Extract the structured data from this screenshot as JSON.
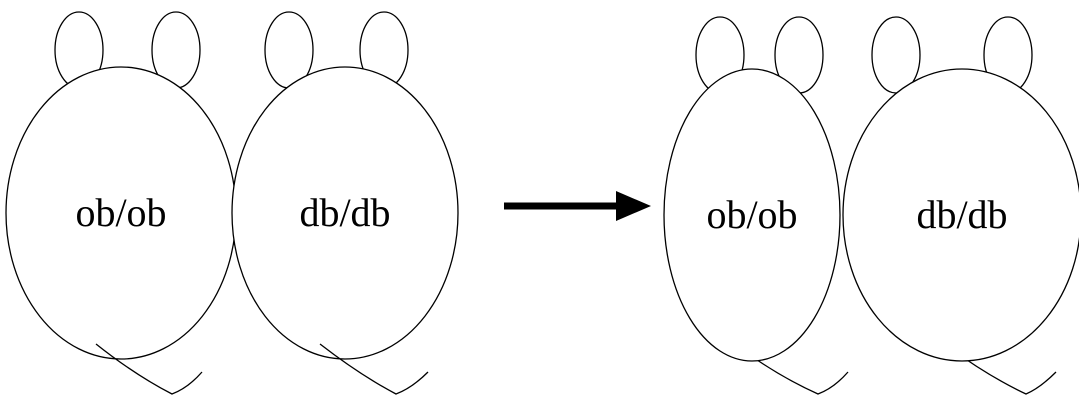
{
  "diagram": {
    "before": {
      "mouse_left_label": "ob/ob",
      "mouse_right_label": "db/db"
    },
    "after": {
      "mouse_left_label": "ob/ob",
      "mouse_right_label": "db/db"
    }
  },
  "colors": {
    "stroke": "#000000",
    "fill": "#ffffff"
  }
}
